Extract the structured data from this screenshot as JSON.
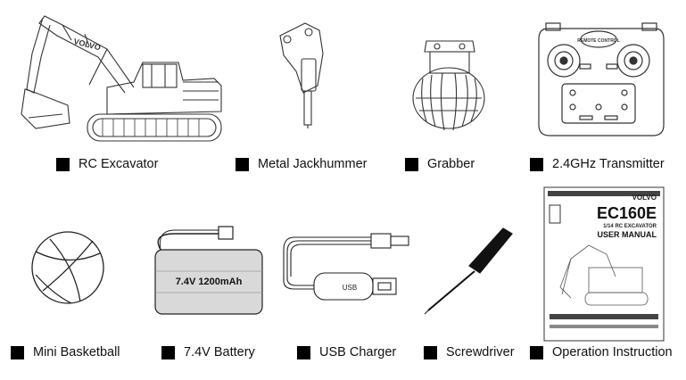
{
  "items": [
    {
      "label": "RC Excavator"
    },
    {
      "label": "Metal Jackhummer"
    },
    {
      "label": "Grabber"
    },
    {
      "label": "2.4GHz Transmitter"
    },
    {
      "label": "Mini Basketball"
    },
    {
      "label": "7.4V Battery"
    },
    {
      "label": "USB Charger"
    },
    {
      "label": "Screwdriver"
    },
    {
      "label": "Operation Instruction"
    }
  ],
  "excavator_brand": "VOLVO",
  "transmitter_logo": "REMOTE CONTROL",
  "battery_text": "7.4V 1200mAh",
  "usb_text": "USB",
  "manual": {
    "brand": "VOLVO",
    "model": "EC160E",
    "subtitle": "1/14 RC EXCAVATOR",
    "title": "USER MANUAL"
  },
  "colors": {
    "line": "#222222",
    "square": "#000000"
  }
}
